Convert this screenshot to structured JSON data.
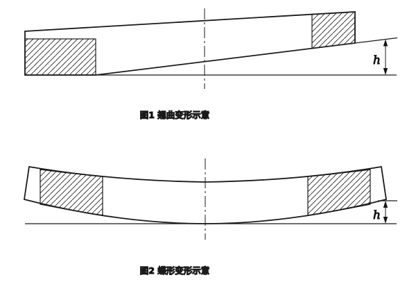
{
  "colors": {
    "line": "#1a1a1a",
    "background": "#ffffff",
    "text": "#000000"
  },
  "figure1": {
    "caption": "图1 翘曲变形示意",
    "dimension_label": "h"
  },
  "figure2": {
    "caption": "图2 蝶形变形示意",
    "dimension_label": "h"
  }
}
